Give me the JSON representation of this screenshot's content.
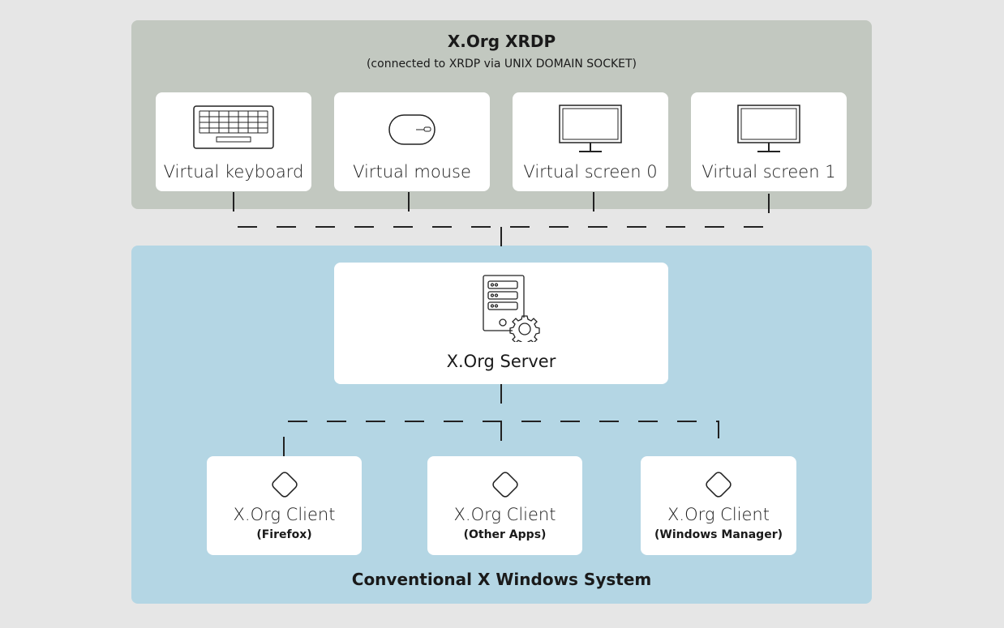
{
  "xrdp": {
    "title": "X.Org XRDP",
    "subtitle": "(connected to XRDP via UNIX DOMAIN SOCKET)",
    "devices": [
      {
        "label": "Virtual keyboard",
        "icon": "keyboard-icon"
      },
      {
        "label": "Virtual mouse",
        "icon": "mouse-icon"
      },
      {
        "label": "Virtual screen 0",
        "icon": "monitor-icon"
      },
      {
        "label": "Virtual screen 1",
        "icon": "monitor-icon"
      }
    ]
  },
  "x_system": {
    "title": "Conventional X Windows System",
    "server": {
      "label": "X.Org Server",
      "icon": "server-gear-icon"
    },
    "clients": [
      {
        "label": "X.Org Client",
        "sublabel": "(Firefox)"
      },
      {
        "label": "X.Org Client",
        "sublabel": "(Other Apps)"
      },
      {
        "label": "X.Org Client",
        "sublabel": "(Windows Manager)"
      }
    ]
  }
}
